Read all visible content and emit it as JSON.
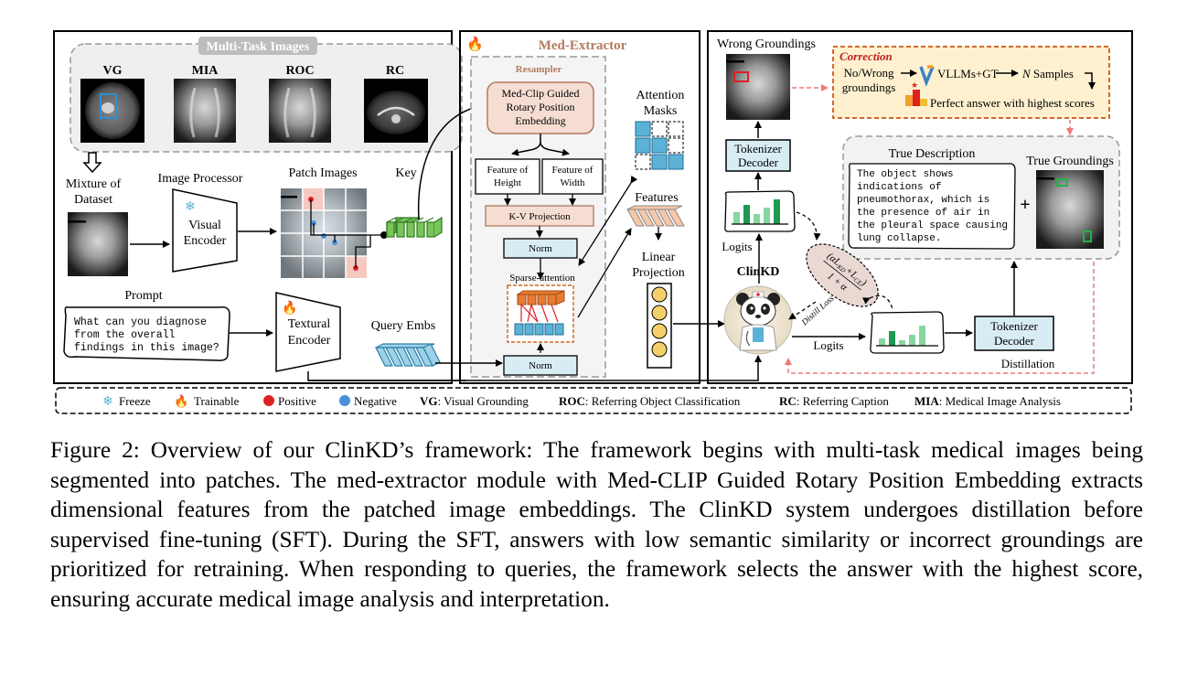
{
  "panel1": {
    "multi_task_title": "Multi-Task Images",
    "tasks": [
      "VG",
      "MIA",
      "ROC",
      "RC"
    ],
    "mixture_line1": "Mixture of",
    "mixture_line2": "Dataset",
    "image_processor": "Image Processor",
    "patch_images": "Patch Images",
    "key": "Key",
    "visual_encoder_line1": "Visual",
    "visual_encoder_line2": "Encoder",
    "prompt_label": "Prompt",
    "prompt_line1": "What can you diagnose",
    "prompt_line2": "from the overall",
    "prompt_line3": "findings in this image?",
    "textural_encoder_line1": "Textural",
    "textural_encoder_line2": "Encoder",
    "query_embs": "Query Embs"
  },
  "panel2": {
    "title": "Med-Extractor",
    "resampler": "Resampler",
    "medclip_line1": "Med-Clip Guided",
    "medclip_line2": "Rotary Position",
    "medclip_line3": "Embedding",
    "feat_height_line1": "Feature of",
    "feat_height_line2": "Height",
    "feat_width_line1": "Feature of",
    "feat_width_line2": "Width",
    "kv_projection": "K-V Projection",
    "norm": "Norm",
    "sparse_attention": "Sparse-attention",
    "attention_masks_line1": "Attention",
    "attention_masks_line2": "Masks",
    "features": "Features",
    "linear_proj_line1": "Linear",
    "linear_proj_line2": "Projection"
  },
  "panel3": {
    "wrong_groundings": "Wrong Groundings",
    "correction": "Correction",
    "no_wrong_line1": "No/Wrong",
    "no_wrong_line2": "groundings",
    "vllms_gt": "VLLMs+GT",
    "n_samples_n": "N",
    "n_samples_rest": " Samples",
    "perfect_answer": "Perfect answer with highest scores",
    "tokenizer_line1": "Tokenizer",
    "tokenizer_line2": "Decoder",
    "true_description": "True Description",
    "true_groundings": "True Groundings",
    "desc_line1": "The object shows",
    "desc_line2": "indications of",
    "desc_line3": "pneumothorax, which is",
    "desc_line4": "the presence of air in",
    "desc_line5": "the pleural space causing",
    "desc_line6": "lung collapse.",
    "plus": "+",
    "logits": "Logits",
    "clinkd": "ClinKD",
    "loss_num": "(αL",
    "loss_kd": "KD",
    "loss_plus": "+L",
    "loss_ce": "CE",
    "loss_close": ")",
    "loss_den": "1 + α",
    "distill_loss": "Distill Loss",
    "distillation": "Distillation"
  },
  "legend": {
    "freeze": "Freeze",
    "trainable": "Trainable",
    "positive": "Positive",
    "negative": "Negative",
    "vg_abbr": "VG",
    "vg_full": ": Visual Grounding",
    "roc_abbr": "ROC",
    "roc_full": ": Referring Object Classification",
    "rc_abbr": "RC",
    "rc_full": ": Referring Caption",
    "mia_abbr": "MIA",
    "mia_full": ": Medical Image Analysis"
  },
  "caption": "Figure 2: Overview of our ClinKD’s framework: The framework begins with multi-task medical images being segmented into patches. The med-extractor module with Med-CLIP Guided Rotary Position Embedding extracts dimensional features from the patched image embeddings. The ClinKD system undergoes distillation before supervised fine-tuning (SFT). During the SFT, answers with low semantic similarity or incorrect groundings are prioritized for retraining. When responding to queries, the framework selects the answer with the highest score, ensuring accurate medical image analysis and interpretation.",
  "colors": {
    "peach": "#f6ddd2",
    "peach_border": "#b27a5e",
    "tokenizer_fill": "#d8ecf4",
    "correction_fill": "#fff1cf",
    "correction_border": "#d46a2a",
    "green_bar": "#1e9a50",
    "green_bar_light": "#86d6a0",
    "blue_token": "#5bb2d6",
    "orange_token": "#e97a33",
    "positive": "#e02020",
    "negative": "#4a90d9",
    "loss_fill": "#ead9d3"
  }
}
